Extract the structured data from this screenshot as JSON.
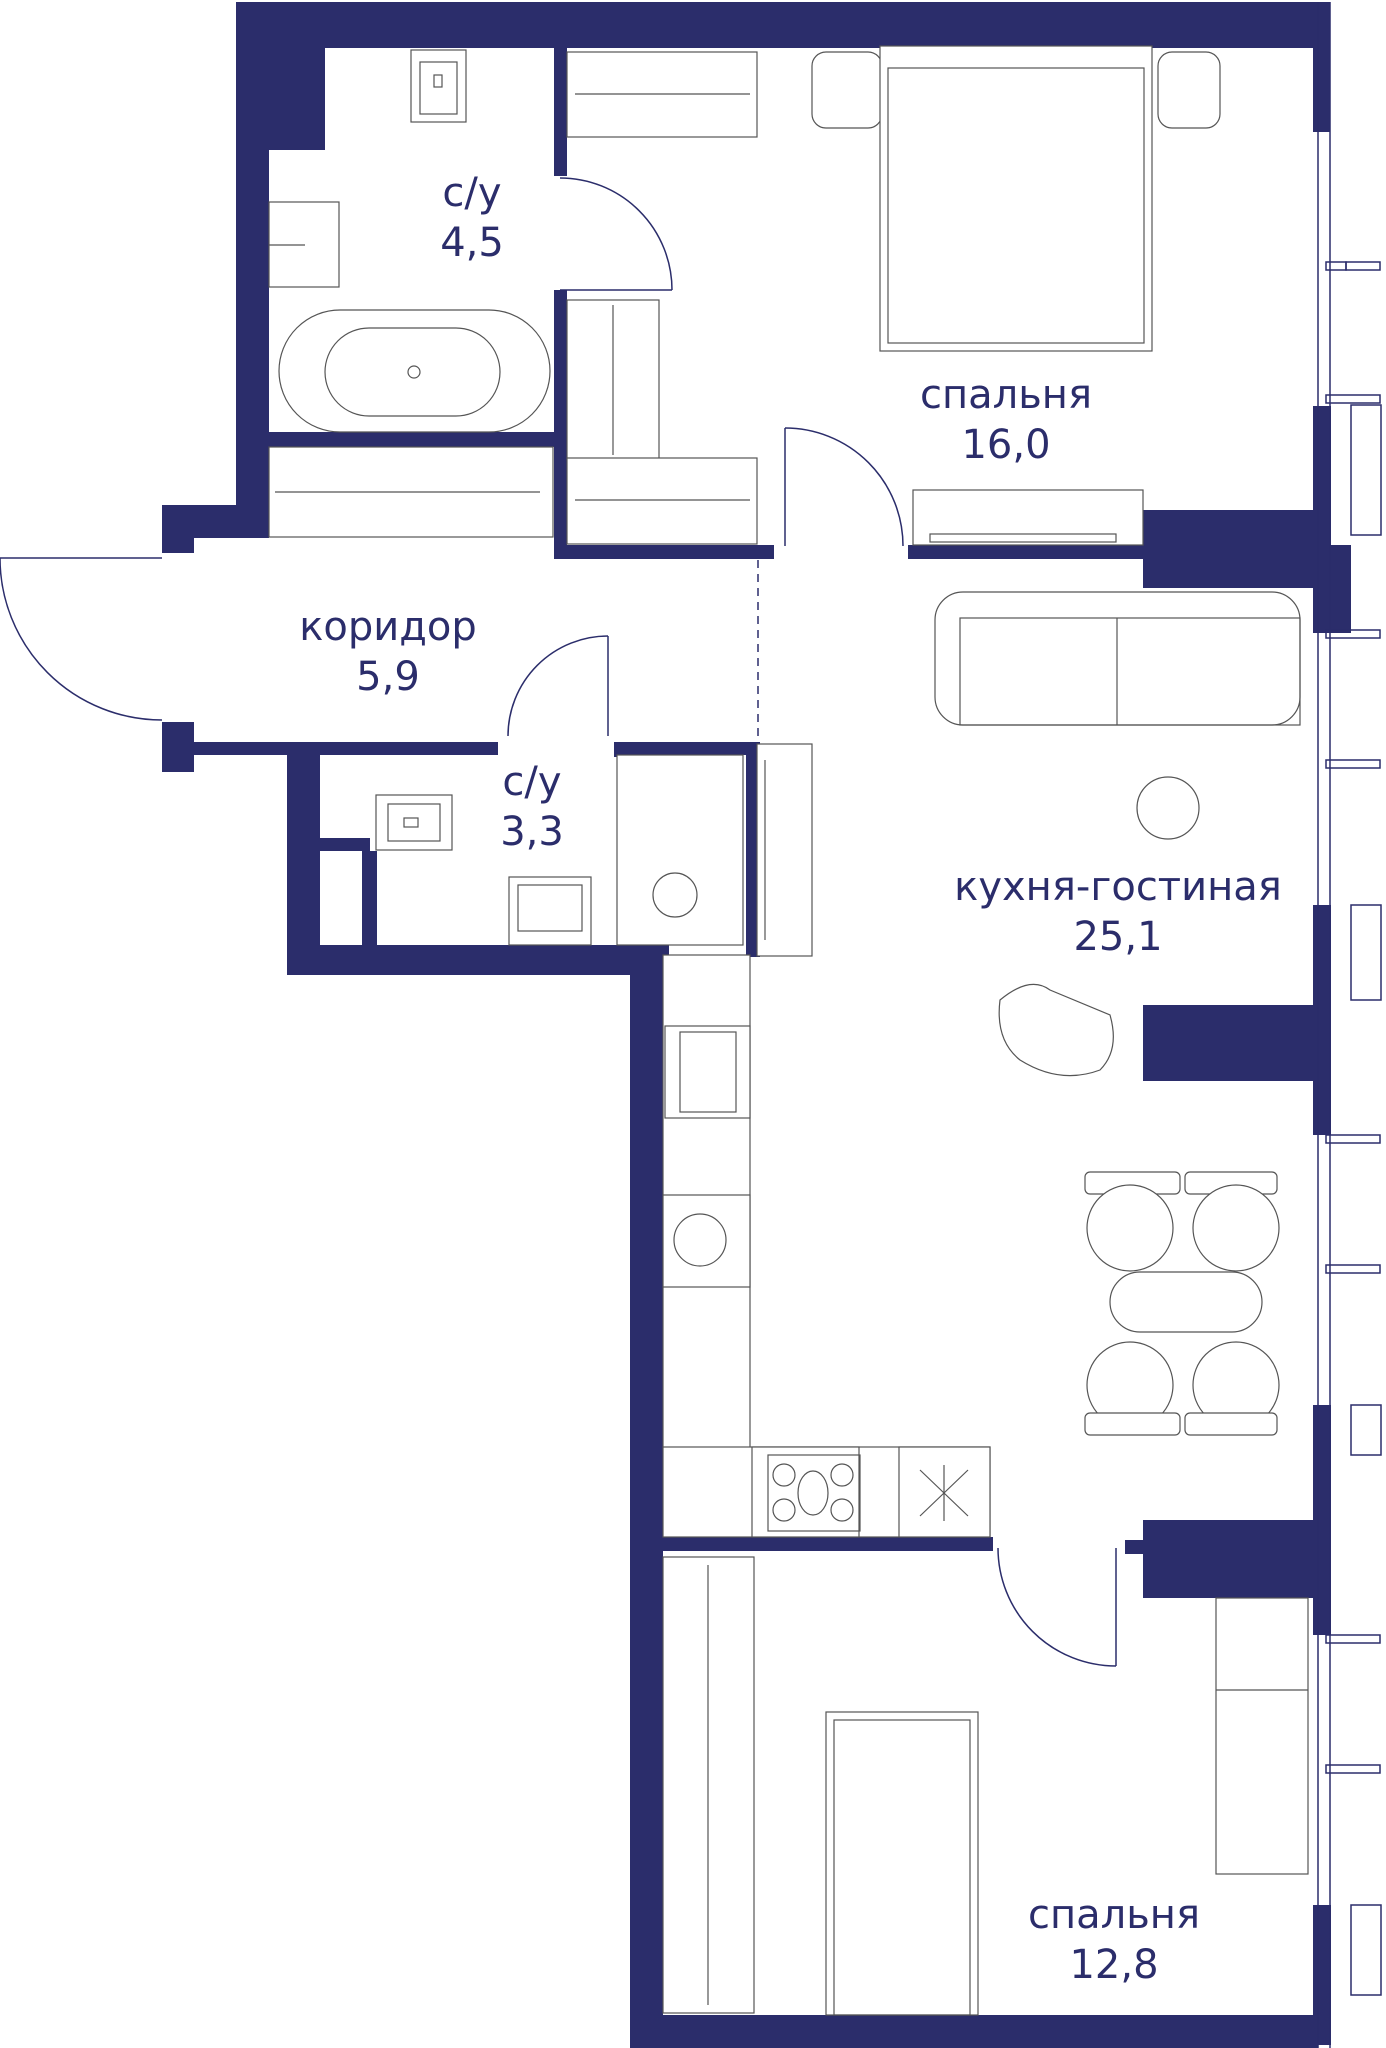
{
  "colors": {
    "wall": "#2b2d6b",
    "furniture": "#555555",
    "background": "#ffffff"
  },
  "rooms": [
    {
      "id": "bathroom-large",
      "name": "с/у",
      "area": "4,5"
    },
    {
      "id": "bedroom-main",
      "name": "спальня",
      "area": "16,0"
    },
    {
      "id": "corridor",
      "name": "коридор",
      "area": "5,9"
    },
    {
      "id": "bathroom-small",
      "name": "с/у",
      "area": "3,3"
    },
    {
      "id": "kitchen-living",
      "name": "кухня-гостиная",
      "area": "25,1"
    },
    {
      "id": "bedroom-second",
      "name": "спальня",
      "area": "12,8"
    }
  ]
}
